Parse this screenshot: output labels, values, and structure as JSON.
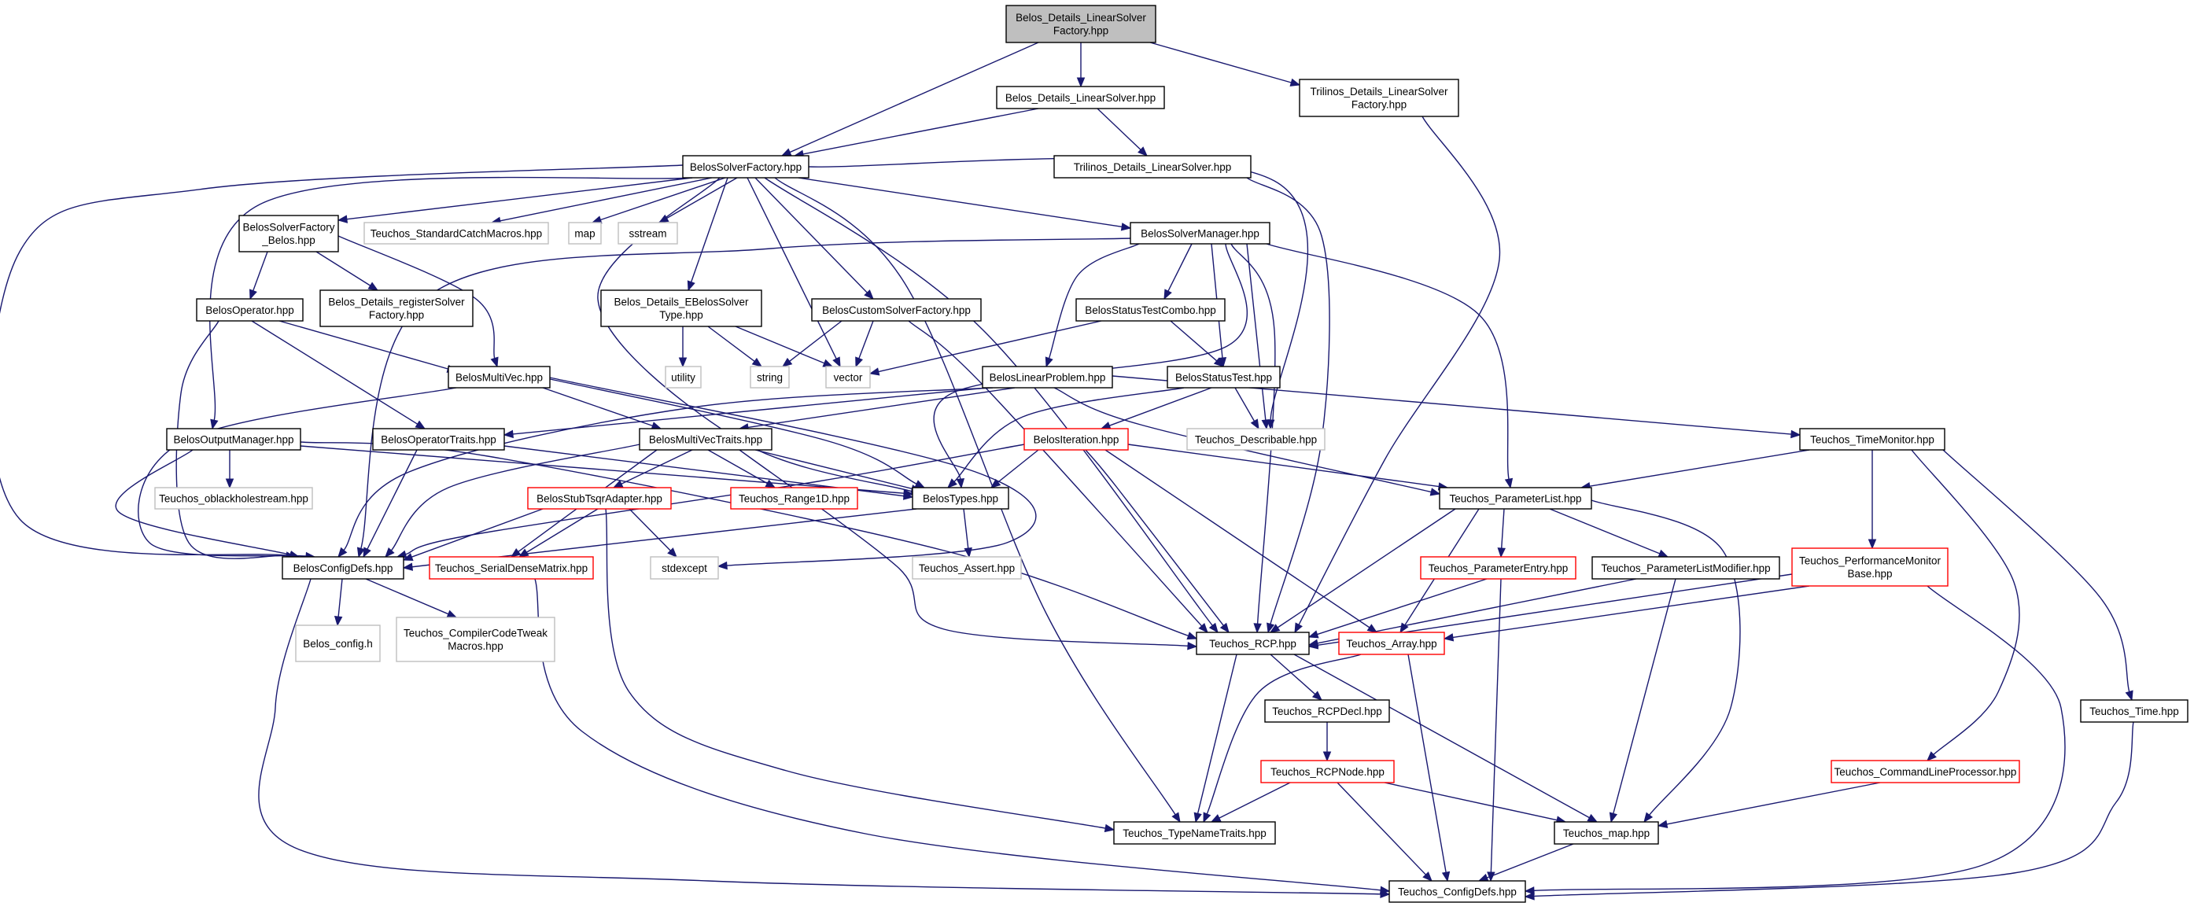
{
  "diagram": {
    "colors": {
      "edge": "#191970",
      "root_fill": "#bfbfbf",
      "node_border": "#000000",
      "system_border": "#bfbfbf",
      "incomplete_border": "#ff0000",
      "text": "#000000",
      "background": "#ffffff"
    },
    "nodes": [
      {
        "id": "n_root",
        "lines": [
          "Belos_Details_LinearSolver",
          "Factory.hpp"
        ],
        "style": "root"
      },
      {
        "id": "n_dls",
        "lines": [
          "Belos_Details_LinearSolver.hpp"
        ],
        "style": "normal"
      },
      {
        "id": "n_tdlsf",
        "lines": [
          "Trilinos_Details_LinearSolver",
          "Factory.hpp"
        ],
        "style": "normal"
      },
      {
        "id": "n_bsf",
        "lines": [
          "BelosSolverFactory.hpp"
        ],
        "style": "normal"
      },
      {
        "id": "n_tdls",
        "lines": [
          "Trilinos_Details_LinearSolver.hpp"
        ],
        "style": "normal"
      },
      {
        "id": "n_bsfb",
        "lines": [
          "BelosSolverFactory",
          "_Belos.hpp"
        ],
        "style": "normal"
      },
      {
        "id": "n_scm",
        "lines": [
          "Teuchos_StandardCatchMacros.hpp"
        ],
        "style": "system"
      },
      {
        "id": "n_map",
        "lines": [
          "map"
        ],
        "style": "system"
      },
      {
        "id": "n_sstream",
        "lines": [
          "sstream"
        ],
        "style": "system"
      },
      {
        "id": "n_bsm",
        "lines": [
          "BelosSolverManager.hpp"
        ],
        "style": "normal"
      },
      {
        "id": "n_bop",
        "lines": [
          "BelosOperator.hpp"
        ],
        "style": "normal"
      },
      {
        "id": "n_drsf",
        "lines": [
          "Belos_Details_registerSolver",
          "Factory.hpp"
        ],
        "style": "normal"
      },
      {
        "id": "n_deb",
        "lines": [
          "Belos_Details_EBelosSolver",
          "Type.hpp"
        ],
        "style": "normal"
      },
      {
        "id": "n_bcsf",
        "lines": [
          "BelosCustomSolverFactory.hpp"
        ],
        "style": "normal"
      },
      {
        "id": "n_bstc",
        "lines": [
          "BelosStatusTestCombo.hpp"
        ],
        "style": "normal"
      },
      {
        "id": "n_utility",
        "lines": [
          "utility"
        ],
        "style": "system"
      },
      {
        "id": "n_string",
        "lines": [
          "string"
        ],
        "style": "system"
      },
      {
        "id": "n_vector",
        "lines": [
          "vector"
        ],
        "style": "system"
      },
      {
        "id": "n_bmv",
        "lines": [
          "BelosMultiVec.hpp"
        ],
        "style": "normal"
      },
      {
        "id": "n_blp",
        "lines": [
          "BelosLinearProblem.hpp"
        ],
        "style": "normal"
      },
      {
        "id": "n_bst",
        "lines": [
          "BelosStatusTest.hpp"
        ],
        "style": "normal"
      },
      {
        "id": "n_bom",
        "lines": [
          "BelosOutputManager.hpp"
        ],
        "style": "normal"
      },
      {
        "id": "n_bot",
        "lines": [
          "BelosOperatorTraits.hpp"
        ],
        "style": "normal"
      },
      {
        "id": "n_bmvt",
        "lines": [
          "BelosMultiVecTraits.hpp"
        ],
        "style": "normal"
      },
      {
        "id": "n_bit",
        "lines": [
          "BelosIteration.hpp"
        ],
        "style": "incomplete"
      },
      {
        "id": "n_tdesc",
        "lines": [
          "Teuchos_Describable.hpp"
        ],
        "style": "system"
      },
      {
        "id": "n_ttm",
        "lines": [
          "Teuchos_TimeMonitor.hpp"
        ],
        "style": "normal"
      },
      {
        "id": "n_tobs",
        "lines": [
          "Teuchos_oblackholestream.hpp"
        ],
        "style": "system"
      },
      {
        "id": "n_bsta",
        "lines": [
          "BelosStubTsqrAdapter.hpp"
        ],
        "style": "incomplete"
      },
      {
        "id": "n_tr1d",
        "lines": [
          "Teuchos_Range1D.hpp"
        ],
        "style": "incomplete"
      },
      {
        "id": "n_btypes",
        "lines": [
          "BelosTypes.hpp"
        ],
        "style": "normal"
      },
      {
        "id": "n_tpl",
        "lines": [
          "Teuchos_ParameterList.hpp"
        ],
        "style": "normal"
      },
      {
        "id": "n_bcd",
        "lines": [
          "BelosConfigDefs.hpp"
        ],
        "style": "normal"
      },
      {
        "id": "n_tsdm",
        "lines": [
          "Teuchos_SerialDenseMatrix.hpp"
        ],
        "style": "incomplete"
      },
      {
        "id": "n_stdexcept",
        "lines": [
          "stdexcept"
        ],
        "style": "system"
      },
      {
        "id": "n_tassert",
        "lines": [
          "Teuchos_Assert.hpp"
        ],
        "style": "system"
      },
      {
        "id": "n_tpe",
        "lines": [
          "Teuchos_ParameterEntry.hpp"
        ],
        "style": "incomplete"
      },
      {
        "id": "n_tplm",
        "lines": [
          "Teuchos_ParameterListModifier.hpp"
        ],
        "style": "normal"
      },
      {
        "id": "n_tpmb",
        "lines": [
          "Teuchos_PerformanceMonitor",
          "Base.hpp"
        ],
        "style": "incomplete"
      },
      {
        "id": "n_bconfig",
        "lines": [
          "Belos_config.h"
        ],
        "style": "system"
      },
      {
        "id": "n_tcct",
        "lines": [
          "Teuchos_CompilerCodeTweak",
          "Macros.hpp"
        ],
        "style": "system"
      },
      {
        "id": "n_trcp",
        "lines": [
          "Teuchos_RCP.hpp"
        ],
        "style": "normal"
      },
      {
        "id": "n_tarr",
        "lines": [
          "Teuchos_Array.hpp"
        ],
        "style": "incomplete"
      },
      {
        "id": "n_trcpdecl",
        "lines": [
          "Teuchos_RCPDecl.hpp"
        ],
        "style": "normal"
      },
      {
        "id": "n_ttime",
        "lines": [
          "Teuchos_Time.hpp"
        ],
        "style": "normal"
      },
      {
        "id": "n_trcpnode",
        "lines": [
          "Teuchos_RCPNode.hpp"
        ],
        "style": "incomplete"
      },
      {
        "id": "n_tclp",
        "lines": [
          "Teuchos_CommandLineProcessor.hpp"
        ],
        "style": "incomplete"
      },
      {
        "id": "n_ttnt",
        "lines": [
          "Teuchos_TypeNameTraits.hpp"
        ],
        "style": "normal"
      },
      {
        "id": "n_tmap",
        "lines": [
          "Teuchos_map.hpp"
        ],
        "style": "normal"
      },
      {
        "id": "n_tcd",
        "lines": [
          "Teuchos_ConfigDefs.hpp"
        ],
        "style": "normal"
      }
    ],
    "edges": [
      [
        "n_root",
        "n_dls"
      ],
      [
        "n_root",
        "n_tdlsf"
      ],
      [
        "n_root",
        "n_bsf"
      ],
      [
        "n_dls",
        "n_bsf"
      ],
      [
        "n_dls",
        "n_tdls"
      ],
      [
        "n_tdlsf",
        "n_trcp"
      ],
      [
        "n_tdls",
        "n_trcp"
      ],
      [
        "n_bsf",
        "n_bsfb"
      ],
      [
        "n_bsf",
        "n_scm"
      ],
      [
        "n_bsf",
        "n_map"
      ],
      [
        "n_bsf",
        "n_sstream"
      ],
      [
        "n_bsf",
        "n_bsm"
      ],
      [
        "n_bsf",
        "n_bcsf"
      ],
      [
        "n_bsf",
        "n_deb"
      ],
      [
        "n_bsf",
        "n_vector"
      ],
      [
        "n_bsf",
        "n_bom"
      ],
      [
        "n_bsf",
        "n_bcd"
      ],
      [
        "n_bsf",
        "n_btypes"
      ],
      [
        "n_bsf",
        "n_trcp"
      ],
      [
        "n_bsf",
        "n_tdesc"
      ],
      [
        "n_bsf",
        "n_ttnt"
      ],
      [
        "n_bsfb",
        "n_bop"
      ],
      [
        "n_bsfb",
        "n_drsf"
      ],
      [
        "n_bsfb",
        "n_bmv"
      ],
      [
        "n_bop",
        "n_bmv"
      ],
      [
        "n_bop",
        "n_bot"
      ],
      [
        "n_bop",
        "n_bcd"
      ],
      [
        "n_deb",
        "n_utility"
      ],
      [
        "n_deb",
        "n_string"
      ],
      [
        "n_deb",
        "n_vector"
      ],
      [
        "n_bcsf",
        "n_string"
      ],
      [
        "n_bcsf",
        "n_vector"
      ],
      [
        "n_bcsf",
        "n_trcp"
      ],
      [
        "n_bsm",
        "n_bstc"
      ],
      [
        "n_bsm",
        "n_blp"
      ],
      [
        "n_bsm",
        "n_bst"
      ],
      [
        "n_bsm",
        "n_tdesc"
      ],
      [
        "n_bsm",
        "n_tpl"
      ],
      [
        "n_bsm",
        "n_trcp"
      ],
      [
        "n_bsm",
        "n_bcd"
      ],
      [
        "n_bsm",
        "n_btypes"
      ],
      [
        "n_bstc",
        "n_bst"
      ],
      [
        "n_bstc",
        "n_vector"
      ],
      [
        "n_bmv",
        "n_bmvt"
      ],
      [
        "n_bmv",
        "n_btypes"
      ],
      [
        "n_bmv",
        "n_bcd"
      ],
      [
        "n_bmv",
        "n_stdexcept"
      ],
      [
        "n_blp",
        "n_bmvt"
      ],
      [
        "n_blp",
        "n_bot"
      ],
      [
        "n_blp",
        "n_ttm"
      ],
      [
        "n_blp",
        "n_tpl"
      ],
      [
        "n_blp",
        "n_bcd"
      ],
      [
        "n_bst",
        "n_bit"
      ],
      [
        "n_bst",
        "n_btypes"
      ],
      [
        "n_bst",
        "n_tdesc"
      ],
      [
        "n_bom",
        "n_tobs"
      ],
      [
        "n_bom",
        "n_bcd"
      ],
      [
        "n_bom",
        "n_btypes"
      ],
      [
        "n_bom",
        "n_trcp"
      ],
      [
        "n_bot",
        "n_btypes"
      ],
      [
        "n_bot",
        "n_bcd"
      ],
      [
        "n_bmvt",
        "n_bsta"
      ],
      [
        "n_bmvt",
        "n_tr1d"
      ],
      [
        "n_bmvt",
        "n_btypes"
      ],
      [
        "n_bmvt",
        "n_tsdm"
      ],
      [
        "n_bmvt",
        "n_trcp"
      ],
      [
        "n_bmvt",
        "n_bcd"
      ],
      [
        "n_bit",
        "n_btypes"
      ],
      [
        "n_bit",
        "n_tpl"
      ],
      [
        "n_bit",
        "n_trcp"
      ],
      [
        "n_bit",
        "n_tarr"
      ],
      [
        "n_bit",
        "n_bcd"
      ],
      [
        "n_ttm",
        "n_tpl"
      ],
      [
        "n_ttm",
        "n_tpmb"
      ],
      [
        "n_ttm",
        "n_tclp"
      ],
      [
        "n_ttm",
        "n_ttime"
      ],
      [
        "n_bsta",
        "n_tsdm"
      ],
      [
        "n_bsta",
        "n_bcd"
      ],
      [
        "n_bsta",
        "n_stdexcept"
      ],
      [
        "n_bsta",
        "n_ttnt"
      ],
      [
        "n_btypes",
        "n_bcd"
      ],
      [
        "n_btypes",
        "n_tassert"
      ],
      [
        "n_tpl",
        "n_tpe"
      ],
      [
        "n_tpl",
        "n_tplm"
      ],
      [
        "n_tpl",
        "n_tarr"
      ],
      [
        "n_tpl",
        "n_trcp"
      ],
      [
        "n_tpl",
        "n_tmap"
      ],
      [
        "n_bcd",
        "n_bconfig"
      ],
      [
        "n_bcd",
        "n_tcct"
      ],
      [
        "n_bcd",
        "n_tcd"
      ],
      [
        "n_tsdm",
        "n_tcd"
      ],
      [
        "n_tpe",
        "n_trcp"
      ],
      [
        "n_tpe",
        "n_tcd"
      ],
      [
        "n_tplm",
        "n_trcp"
      ],
      [
        "n_tplm",
        "n_tmap"
      ],
      [
        "n_tpmb",
        "n_trcp"
      ],
      [
        "n_tpmb",
        "n_tarr"
      ],
      [
        "n_tpmb",
        "n_tcd"
      ],
      [
        "n_trcp",
        "n_trcpdecl"
      ],
      [
        "n_trcp",
        "n_ttnt"
      ],
      [
        "n_trcp",
        "n_tmap"
      ],
      [
        "n_tarr",
        "n_ttnt"
      ],
      [
        "n_tarr",
        "n_tcd"
      ],
      [
        "n_trcpdecl",
        "n_trcpnode"
      ],
      [
        "n_trcpnode",
        "n_ttnt"
      ],
      [
        "n_trcpnode",
        "n_tmap"
      ],
      [
        "n_trcpnode",
        "n_tcd"
      ],
      [
        "n_tclp",
        "n_tmap"
      ],
      [
        "n_tmap",
        "n_tcd"
      ],
      [
        "n_ttime",
        "n_tcd"
      ]
    ]
  }
}
